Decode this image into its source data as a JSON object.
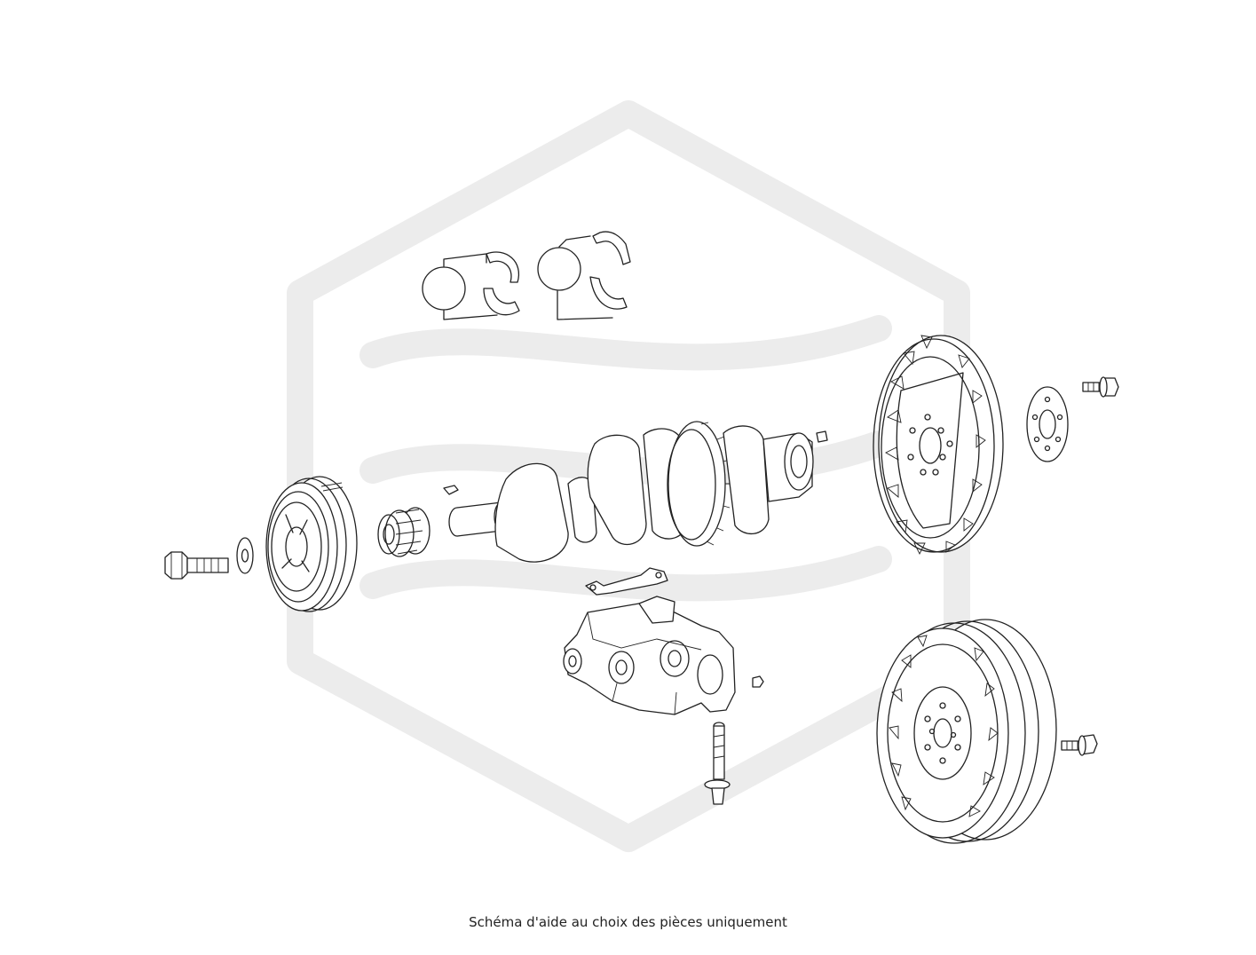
{
  "caption": "Schéma d'aide au choix des pièces uniquement",
  "watermark": {
    "color": "#ececec"
  },
  "parts": [
    "crankshaft-pulley-bolt",
    "washer",
    "vibration-damper-pulley",
    "crankshaft-gear",
    "woodruff-key",
    "crankshaft",
    "main-bearing-shells-pair",
    "thrust-bearing-shells-pair",
    "pilot-bearing",
    "flexplate",
    "flexplate-reinforcement-plate",
    "flexplate-bolt",
    "dual-mass-flywheel",
    "flywheel-bolt",
    "oil-pump-gasket",
    "oil-pump",
    "oil-pump-nut",
    "oil-pump-bolt"
  ]
}
